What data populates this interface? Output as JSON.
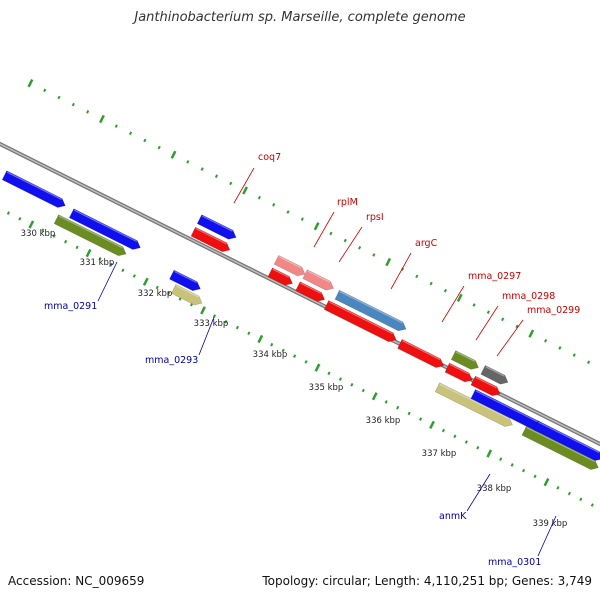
{
  "title": "Janthinobacterium sp. Marseille, complete genome",
  "footer": {
    "accession": "Accession: NC_009659",
    "summary": "Topology: circular; Length: 4,110,251 bp; Genes: 3,749"
  },
  "colors": {
    "backbone": "#999999",
    "tick_outer": "#2e9e2e",
    "tick_inner": "#2e9e2e",
    "label_top": "#cc0000",
    "label_bottom": "#0000aa",
    "blue": "#1010ee",
    "red": "#ee1010",
    "pink": "#f08888",
    "steel": "#4a86c0",
    "olive": "#6b8c23",
    "khaki": "#c8c27a",
    "gray": "#666666"
  },
  "scale_labels": [
    "330 kbp",
    "331 kbp",
    "332 kbp",
    "333 kbp",
    "334 kbp",
    "335 kbp",
    "336 kbp",
    "337 kbp",
    "338 kbp",
    "339 kbp"
  ],
  "gene_labels_top": [
    "coq7",
    "rplM",
    "rpsI",
    "argC",
    "mma_0297",
    "mma_0298",
    "mma_0299"
  ],
  "gene_labels_bottom": [
    "mma_0291",
    "mma_0293",
    "anmK",
    "mma_0301"
  ]
}
